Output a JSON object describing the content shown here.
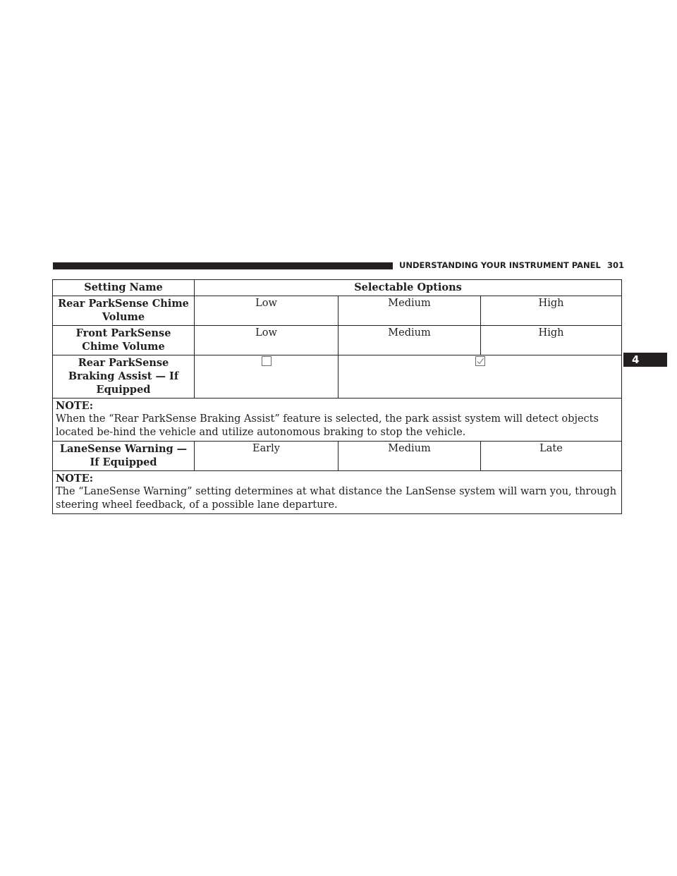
{
  "header": {
    "section_title": "UNDERSTANDING YOUR INSTRUMENT PANEL",
    "page_number": "301",
    "chapter_tab": "4"
  },
  "table": {
    "col_setting": "Setting Name",
    "col_options": "Selectable Options",
    "rows": [
      {
        "name": "Rear ParkSense Chime Volume",
        "options": [
          "Low",
          "Medium",
          "High"
        ]
      },
      {
        "name": "Front ParkSense Chime Volume",
        "options": [
          "Low",
          "Medium",
          "High"
        ]
      },
      {
        "name": "Rear ParkSense Braking Assist — If Equipped",
        "checkboxes": [
          false,
          true
        ]
      }
    ],
    "note1": {
      "label": "NOTE:",
      "text": "When the “Rear ParkSense Braking Assist” feature is selected, the park assist system will detect objects located be-hind the vehicle and utilize autonomous braking to stop the vehicle."
    },
    "lanesense": {
      "name": "LaneSense Warning — If Equipped",
      "options": [
        "Early",
        "Medium",
        "Late"
      ]
    },
    "note2": {
      "label": "NOTE:",
      "text": "The “LaneSense Warning” setting determines at what distance the LanSense system will warn you, through steering wheel feedback, of a possible lane departure."
    }
  }
}
